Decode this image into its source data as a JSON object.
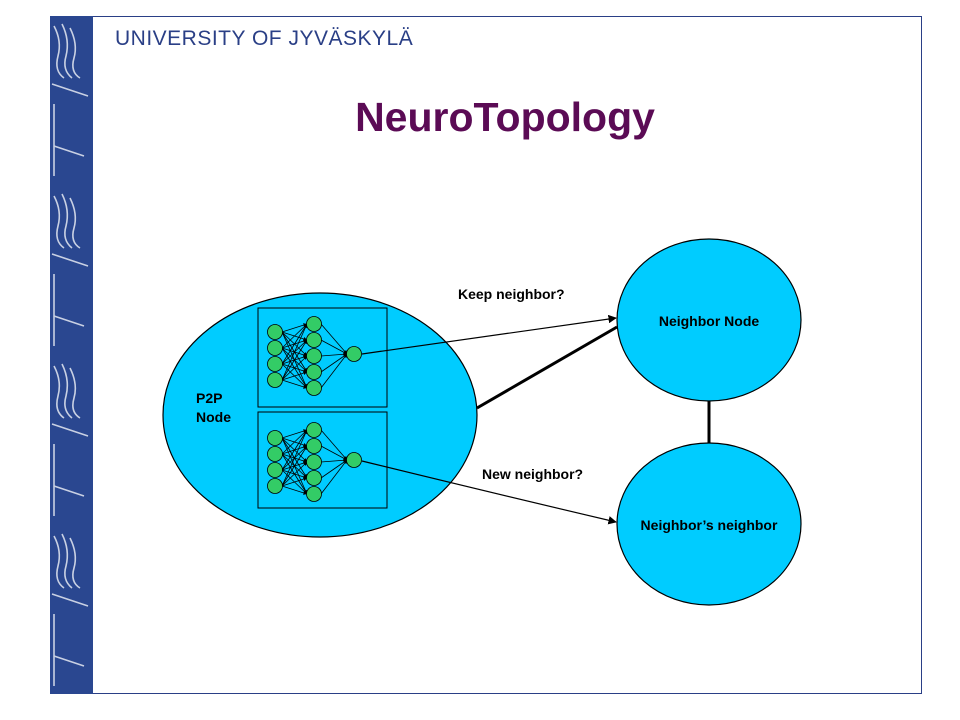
{
  "header": {
    "university": "UNIVERSITY OF JYVÄSKYLÄ",
    "title": "NeuroTopology"
  },
  "diagram": {
    "p2p_node_label_line1": "P2P",
    "p2p_node_label_line2": "Node",
    "neighbor_node_label": "Neighbor Node",
    "neighbors_neighbor_label": "Neighbor’s neighbor",
    "keep_question": "Keep neighbor?",
    "new_question": "New neighbor?"
  },
  "colors": {
    "node_fill": "#00ccff",
    "neuron_fill": "#33cc66",
    "title": "#5b0b55",
    "band": "#2a4790"
  },
  "icons": {
    "band_pattern": "torch-flame-logo-icon"
  }
}
